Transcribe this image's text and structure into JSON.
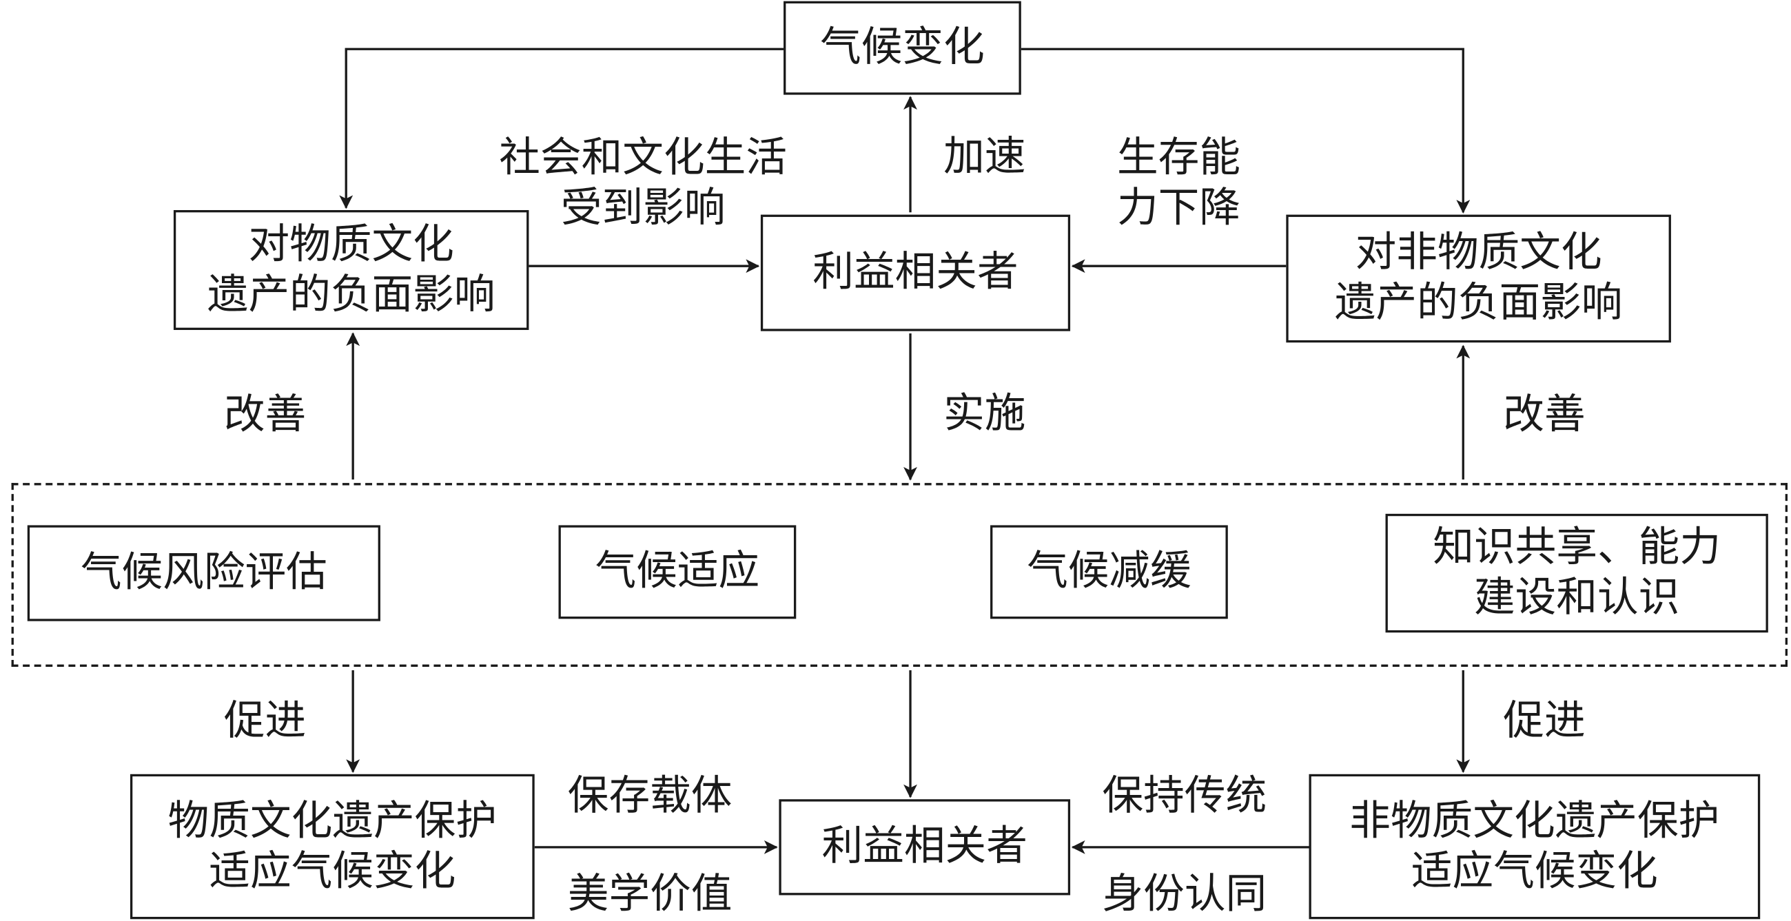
{
  "nodes": {
    "climate_change": "气候变化",
    "stakeholders_top": "利益相关者",
    "tangible_negative_impact": "对物质文化\n遗产的负面影响",
    "intangible_negative_impact": "对非物质文化\n遗产的负面影响",
    "risk_assessment": "气候风险评估",
    "adaptation": "气候适应",
    "mitigation": "气候减缓",
    "knowledge_sharing": "知识共享、能力\n建设和认识",
    "tangible_protection": "物质文化遗产保护\n适应气候变化",
    "intangible_protection": "非物质文化遗产保护\n适应气候变化",
    "stakeholders_bottom": "利益相关者"
  },
  "edge_labels": {
    "social_cultural_life": "社会和文化生活\n受到影响",
    "accelerate": "加速",
    "survival_decline": "生存能\n力下降",
    "implement": "实施",
    "improve_left": "改善",
    "improve_right": "改善",
    "promote_left": "促进",
    "promote_right": "促进",
    "preservation_carrier": "保存载体",
    "aesthetic_value": "美学价值",
    "maintain_tradition": "保持传统",
    "identity": "身份认同"
  },
  "colors": {
    "line": "#1a1a1a",
    "background": "#ffffff"
  }
}
